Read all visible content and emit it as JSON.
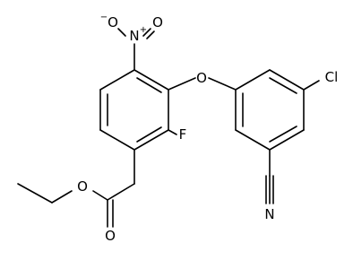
{
  "molecule": {
    "atoms": {
      "nitro_oxygen_left": "O",
      "nitro_oxygen_minus": "−",
      "nitro_nitrogen": "N",
      "nitro_nitrogen_plus": "+",
      "nitro_oxygen_right": "O",
      "ether_oxygen": "O",
      "chlorine": "Cl",
      "fluorine": "F",
      "nitrile_nitrogen": "N",
      "ester_oxygen": "O",
      "carbonyl_oxygen": "O"
    }
  }
}
